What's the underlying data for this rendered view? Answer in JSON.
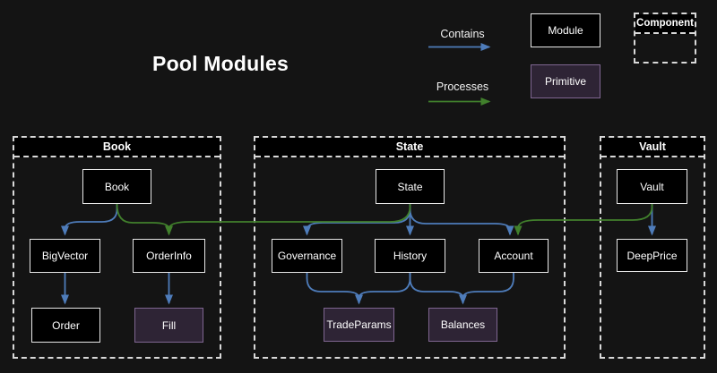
{
  "title": "Pool Modules",
  "legend": {
    "contains": {
      "label": "Contains",
      "color": "#4e7cba"
    },
    "processes": {
      "label": "Processes",
      "color": "#41802c"
    },
    "module": {
      "label": "Module"
    },
    "primitive": {
      "label": "Primitive"
    },
    "component": {
      "label": "Component"
    }
  },
  "containers": [
    {
      "title": "Book"
    },
    {
      "title": "State"
    },
    {
      "title": "Vault"
    }
  ],
  "nodes": {
    "book": "Book",
    "bigvector": "BigVector",
    "orderinfo": "OrderInfo",
    "order": "Order",
    "fill": "Fill",
    "state": "State",
    "governance": "Governance",
    "history": "History",
    "account": "Account",
    "tradeparams": "TradeParams",
    "balances": "Balances",
    "vault": "Vault",
    "deepprice": "DeepPrice"
  },
  "node_types": {
    "module": [
      "Book",
      "BigVector",
      "OrderInfo",
      "Order",
      "State",
      "Governance",
      "History",
      "Account",
      "Vault",
      "DeepPrice"
    ],
    "primitive": [
      "Fill",
      "TradeParams",
      "Balances"
    ]
  },
  "edges": [
    {
      "from": "Book",
      "to": "BigVector",
      "type": "contains"
    },
    {
      "from": "BigVector",
      "to": "Order",
      "type": "contains"
    },
    {
      "from": "OrderInfo",
      "to": "Fill",
      "type": "contains"
    },
    {
      "from": "Book",
      "to": "OrderInfo",
      "type": "processes"
    },
    {
      "from": "State",
      "to": "OrderInfo",
      "type": "processes"
    },
    {
      "from": "State",
      "to": "Governance",
      "type": "contains"
    },
    {
      "from": "State",
      "to": "History",
      "type": "contains"
    },
    {
      "from": "State",
      "to": "Account",
      "type": "contains"
    },
    {
      "from": "Governance",
      "to": "TradeParams",
      "type": "contains"
    },
    {
      "from": "History",
      "to": "TradeParams",
      "type": "contains"
    },
    {
      "from": "History",
      "to": "Balances",
      "type": "contains"
    },
    {
      "from": "Account",
      "to": "Balances",
      "type": "contains"
    },
    {
      "from": "Vault",
      "to": "DeepPrice",
      "type": "contains"
    },
    {
      "from": "Vault",
      "to": "Account",
      "type": "processes"
    }
  ],
  "colors": {
    "background": "#141414",
    "module_bg": "#000000",
    "module_border": "#e8e8e8",
    "primitive_bg": "#2e2435",
    "primitive_border": "#7f6691",
    "container_border": "#d9d9d9",
    "contains_arrow": "#4e7cba",
    "processes_arrow": "#41802c",
    "text": "#ffffff"
  }
}
